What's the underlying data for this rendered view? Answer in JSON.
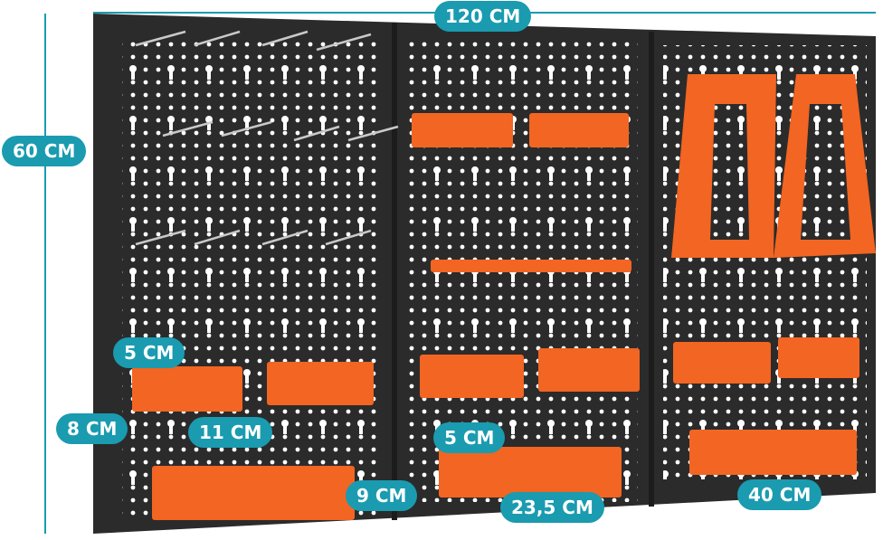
{
  "colors": {
    "board": "#2b2b2b",
    "bin": "#f26522",
    "label": "#1a9bb0",
    "holes": "#ffffff"
  },
  "dimensions": {
    "width_total": "120 CM",
    "height_total": "60 CM",
    "small_bin_height": "5 CM",
    "small_bin_depth": "8 CM",
    "small_bin_width": "11 CM",
    "long_bin_height": "5 CM",
    "long_bin_depth": "9 CM",
    "long_bin_width": "23,5 CM",
    "panel_width": "40 CM"
  }
}
